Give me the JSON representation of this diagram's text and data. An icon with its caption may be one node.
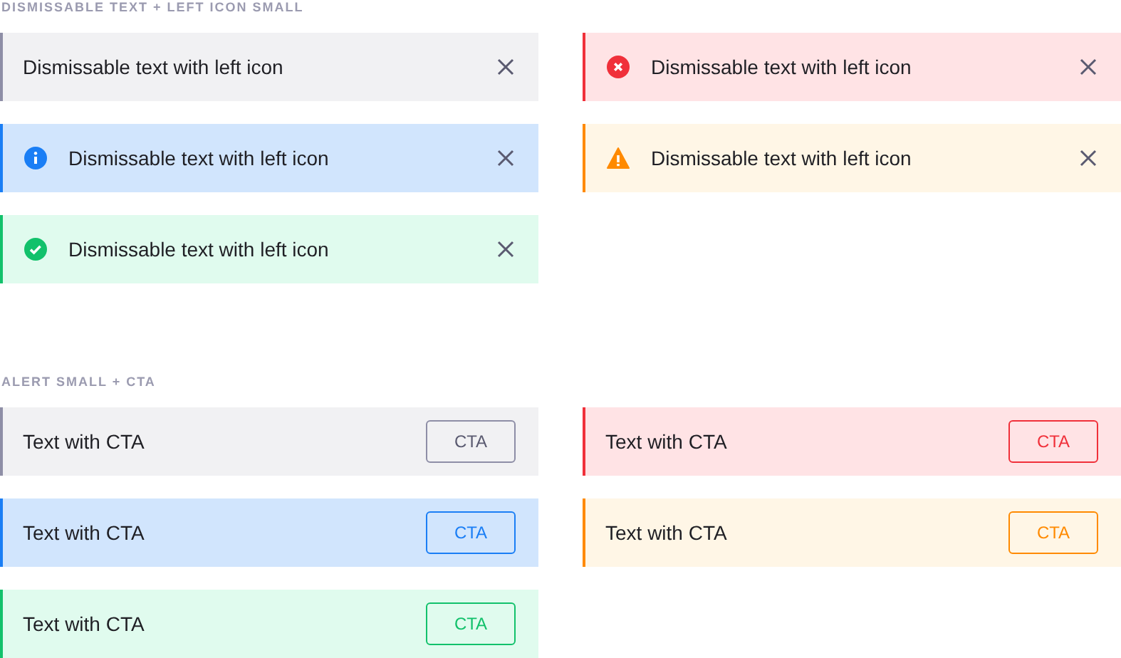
{
  "diagram": {
    "nodes": [
      {
        "text": [
          "Dismissable text with left icon"
        ]
      },
      {
        "text": [
          "Dismissable text with left icon"
        ]
      },
      {
        "text": [
          "Dismissable text with left icon"
        ]
      },
      {
        "text": [
          "Dismissable text with left icon"
        ]
      },
      {
        "text": [
          "Dismissable text with left icon"
        ]
      },
      {
        "text": [
          "Text with CTA"
        ]
      },
      {
        "text": [
          "CTA"
        ],
        "in": 5
      },
      {
        "text": [
          "Text with CTA"
        ]
      },
      {
        "text": [
          "CTA"
        ],
        "in": 7
      },
      {
        "text": [
          "Text with CTA"
        ]
      },
      {
        "text": [
          "CTA"
        ],
        "in": 9
      },
      {
        "text": [
          "Text with CTA"
        ]
      },
      {
        "text": [
          "CTA"
        ],
        "in": 11
      },
      {
        "text": [
          "Text with CTA"
        ]
      },
      {
        "text": [
          "CTA"
        ],
        "in": 13
      }
    ],
    "edges": [],
    "labels": [
      "DISMISSABLE TEXT + LEFT ICON SMALL",
      "ALERT SMALL + CTA"
    ]
  }
}
